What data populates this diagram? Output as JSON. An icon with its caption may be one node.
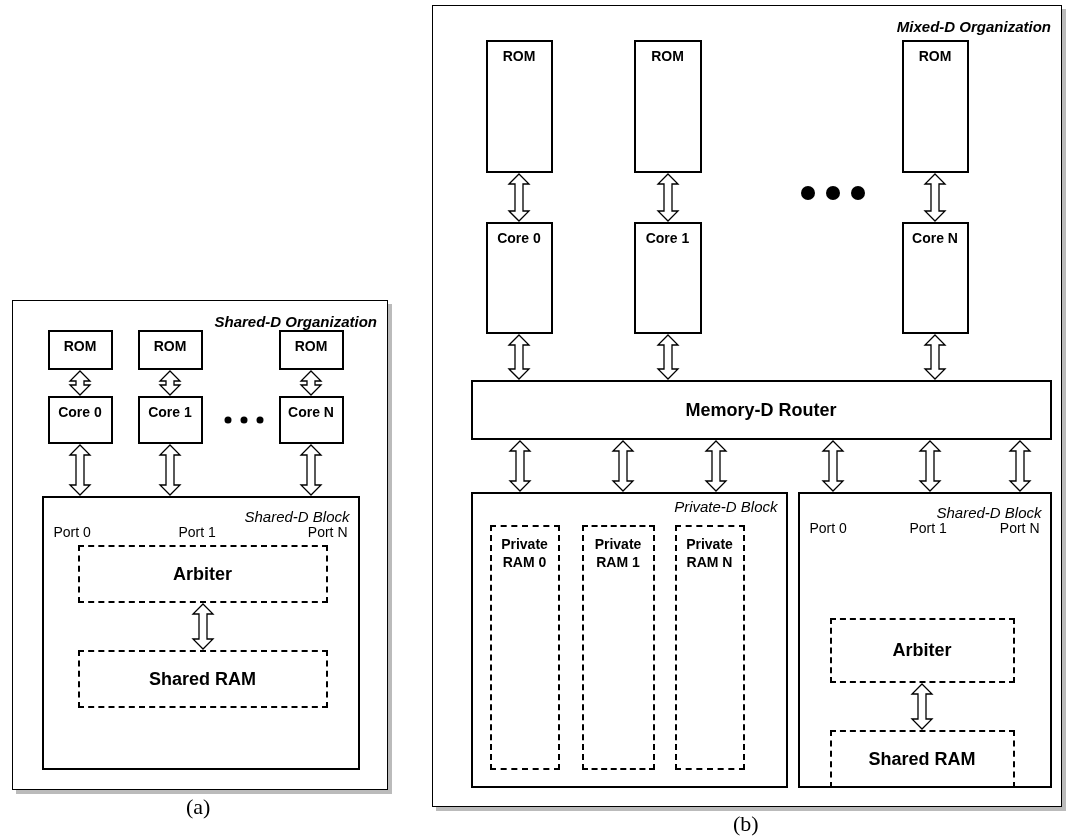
{
  "diagram": {
    "nodes": [
      {
        "text": [
          "Shared-D Organization"
        ],
        "beside": [
          "(a)"
        ]
      },
      {
        "text": [
          "ROM"
        ],
        "in": 0
      },
      {
        "text": [
          "ROM"
        ],
        "in": 0
      },
      {
        "text": [
          "ROM"
        ],
        "in": 0
      },
      {
        "text": [
          "Core 0"
        ],
        "in": 0
      },
      {
        "text": [
          "Core 1"
        ],
        "in": 0
      },
      {
        "text": [
          "Core N"
        ],
        "in": 0
      },
      {
        "text": [
          "Shared-D Block",
          "Port 0",
          "Port 1",
          "Port N"
        ],
        "in": 0
      },
      {
        "text": [
          "Arbiter"
        ],
        "in": 7
      },
      {
        "text": [
          "Shared RAM"
        ],
        "in": 7
      },
      {
        "text": [
          "Mixed-D Organization"
        ],
        "beside": [
          "(b)"
        ]
      },
      {
        "text": [
          "ROM"
        ],
        "in": 10
      },
      {
        "text": [
          "ROM"
        ],
        "in": 10
      },
      {
        "text": [
          "ROM"
        ],
        "in": 10
      },
      {
        "text": [
          "Core 0"
        ],
        "in": 10
      },
      {
        "text": [
          "Core 1"
        ],
        "in": 10
      },
      {
        "text": [
          "Core N"
        ],
        "in": 10
      },
      {
        "text": [
          "Memory-D Router"
        ],
        "in": 10
      },
      {
        "text": [
          "Private-D Block"
        ],
        "in": 10
      },
      {
        "text": [
          "Private RAM 0"
        ],
        "in": 18
      },
      {
        "text": [
          "Private RAM 1"
        ],
        "in": 18
      },
      {
        "text": [
          "Private RAM N"
        ],
        "in": 18
      },
      {
        "text": [
          "Shared-D Block",
          "Port 0",
          "Port 1",
          "Port N"
        ],
        "in": 10
      },
      {
        "text": [
          "Arbiter"
        ],
        "in": 22
      },
      {
        "text": [
          "Shared RAM"
        ],
        "in": 22
      }
    ],
    "edges": [
      {
        "from": 1,
        "to": 4,
        "arrow": "both"
      },
      {
        "from": 2,
        "to": 5,
        "arrow": "both"
      },
      {
        "from": 3,
        "to": 6,
        "arrow": "both"
      },
      {
        "from": 4,
        "to": 7,
        "arrow": "both"
      },
      {
        "from": 5,
        "to": 7,
        "arrow": "both"
      },
      {
        "from": 6,
        "to": 7,
        "arrow": "both"
      },
      {
        "from": 8,
        "to": 9,
        "arrow": "both"
      },
      {
        "from": 11,
        "to": 14,
        "arrow": "both"
      },
      {
        "from": 12,
        "to": 15,
        "arrow": "both"
      },
      {
        "from": 13,
        "to": 16,
        "arrow": "both"
      },
      {
        "from": 14,
        "to": 17,
        "arrow": "both"
      },
      {
        "from": 15,
        "to": 17,
        "arrow": "both"
      },
      {
        "from": 16,
        "to": 17,
        "arrow": "both"
      },
      {
        "from": 17,
        "to": 18,
        "arrow": "both"
      },
      {
        "from": 17,
        "to": 18,
        "arrow": "both"
      },
      {
        "from": 17,
        "to": 18,
        "arrow": "both"
      },
      {
        "from": 17,
        "to": 22,
        "arrow": "both"
      },
      {
        "from": 17,
        "to": 22,
        "arrow": "both"
      },
      {
        "from": 17,
        "to": 22,
        "arrow": "both"
      },
      {
        "from": 23,
        "to": 24,
        "arrow": "both"
      }
    ]
  }
}
